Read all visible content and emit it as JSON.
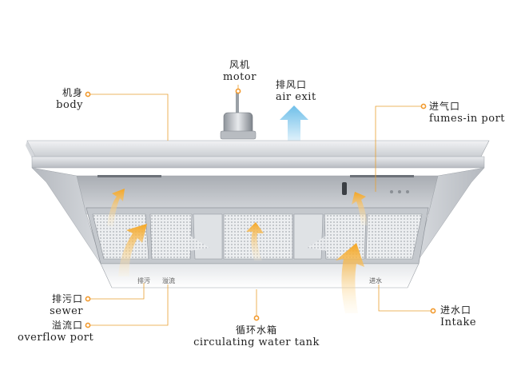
{
  "labels": {
    "motor": {
      "zh": "风机",
      "en": "motor"
    },
    "air_exit": {
      "zh": "排风口",
      "en": "air exit"
    },
    "body": {
      "zh": "机身",
      "en": "body"
    },
    "fumes_in": {
      "zh": "进气口",
      "en": "fumes-in port"
    },
    "sewer": {
      "zh": "排污口",
      "en": "sewer"
    },
    "overflow": {
      "zh": "溢流口",
      "en": "overflow port"
    },
    "tank": {
      "zh": "循环水箱",
      "en": "circulating water tank"
    },
    "intake": {
      "zh": "进水口",
      "en": "Intake"
    }
  },
  "panel_marks": {
    "sewer": "排污",
    "overflow": "溢流",
    "intake": "进水"
  },
  "colors": {
    "leader": "#e8a030",
    "dot": "#f29a2e",
    "arrow_warm": "#f5a623",
    "arrow_cool": "#7cc4ea",
    "steel": "#c9ccd0"
  }
}
